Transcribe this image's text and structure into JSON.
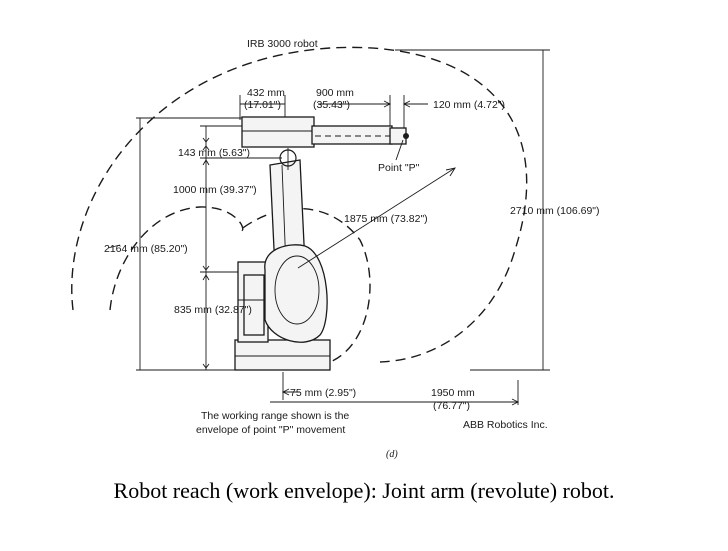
{
  "diagram": {
    "title": "IRB 3000 robot",
    "dimensions": {
      "d432": "432 mm",
      "d432_in": "(17.01\")",
      "d900": "900 mm",
      "d900_in": "(35.43\")",
      "d120": "120 mm (4.72\")",
      "d143": "143 mm (5.63\")",
      "d1000": "1000 mm (39.37\")",
      "d1875": "1875 mm (73.82\")",
      "d2710": "2710 mm (106.69\")",
      "d2164": "2164 mm (85.20\")",
      "d835": "835 mm (32.87\")",
      "d75": "75 mm (2.95\")",
      "d1950": "1950 mm",
      "d1950_in": "(76.77\")"
    },
    "point_label": "Point \"P\"",
    "note_line1": "The working range shown is the",
    "note_line2": "envelope of point \"P\" movement",
    "credit": "ABB Robotics Inc.",
    "sub_label": "(d)"
  },
  "caption": "Robot reach (work envelope): Joint arm (revolute) robot."
}
